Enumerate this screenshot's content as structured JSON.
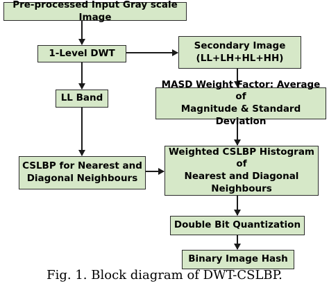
{
  "diagram": {
    "nodes": {
      "input": "Pre-processed Input Gray scale Image",
      "dwt": "1-Level DWT",
      "secondary": "Secondary Image\n(LL+LH+HL+HH)",
      "ll_band": "LL Band",
      "masd": "MASD Weight Factor: Average of\nMagnitude &  Standard Deviation",
      "cslbp": "CSLBP for Nearest and\nDiagonal Neighbours",
      "weighted": "Weighted CSLBP Histogram of\nNearest and Diagonal\nNeighbours",
      "dbq": "Double Bit Quantization",
      "hash": "Binary Image Hash"
    },
    "edges": [
      [
        "input",
        "dwt"
      ],
      [
        "dwt",
        "secondary"
      ],
      [
        "dwt",
        "ll_band"
      ],
      [
        "secondary",
        "masd"
      ],
      [
        "ll_band",
        "cslbp"
      ],
      [
        "masd",
        "weighted"
      ],
      [
        "cslbp",
        "weighted"
      ],
      [
        "weighted",
        "dbq"
      ],
      [
        "dbq",
        "hash"
      ]
    ],
    "caption": "Fig. 1. Block diagram of DWT-CSLBP."
  },
  "colors": {
    "box_fill": "#d6e8c8",
    "border": "#2a2a2a",
    "arrow": "#1a1a1a"
  }
}
